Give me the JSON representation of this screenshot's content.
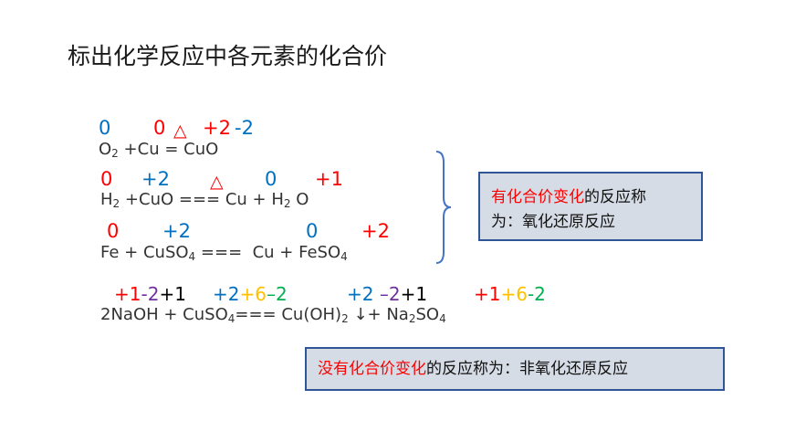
{
  "title": "标出化学反应中各元素的化合价",
  "colors": {
    "red": "#ff0000",
    "blue": "#0070c0",
    "purple": "#7030a0",
    "orange": "#ffc000",
    "green": "#00b050",
    "box_fill": "#d6dce5",
    "box_border": "#2f5597"
  },
  "reaction1": {
    "valences": [
      "0",
      "0",
      "+2",
      "-2"
    ],
    "heat_symbol": "△",
    "equation": {
      "o": "O",
      "sub2": "2",
      "rest": "+Cu = CuO"
    }
  },
  "reaction2": {
    "valences": [
      "0",
      "+2",
      "0",
      "+1"
    ],
    "heat_symbol": "△",
    "equation": {
      "h": "H",
      "sub2": "2",
      "mid": "+CuO === Cu + H",
      "sub2b": "2",
      "end": "O"
    }
  },
  "reaction3": {
    "valences": [
      "0",
      "+2",
      "0",
      "+2"
    ],
    "equation": {
      "start": "Fe + CuSO",
      "sub4": "4",
      "mid": " ===  Cu + FeSO",
      "sub4b": "4"
    }
  },
  "reaction4": {
    "valences": [
      "+1",
      "-2",
      "+1",
      "+2",
      "+6",
      "–2",
      "+2",
      "–2",
      "+1",
      "+1",
      "+6",
      "-2"
    ],
    "equation": {
      "start": "2NaOH + CuSO",
      "sub4": "4",
      "mid": "=== Cu(OH)",
      "sub2": "2",
      "arrow": " ↓+ Na",
      "sub2b": "2",
      "so": "SO",
      "sub4b": "4"
    }
  },
  "box1": {
    "highlight": "有化合价变化",
    "text": "的反应称",
    "line2": "为：氧化还原反应"
  },
  "box2": {
    "highlight": "没有化合价变化",
    "text": "的反应称为：非氧化还原反应"
  }
}
